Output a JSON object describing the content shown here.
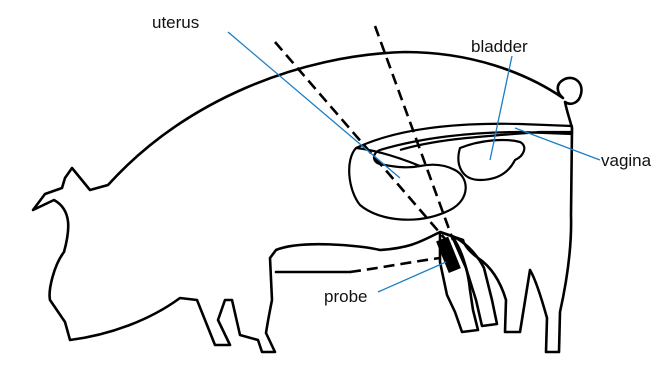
{
  "labels": {
    "uterus": "uterus",
    "bladder": "bladder",
    "vagina": "vagina",
    "probe": "probe"
  },
  "colors": {
    "outline": "#000000",
    "leader": "#1a7fc4",
    "background": "#ffffff"
  }
}
